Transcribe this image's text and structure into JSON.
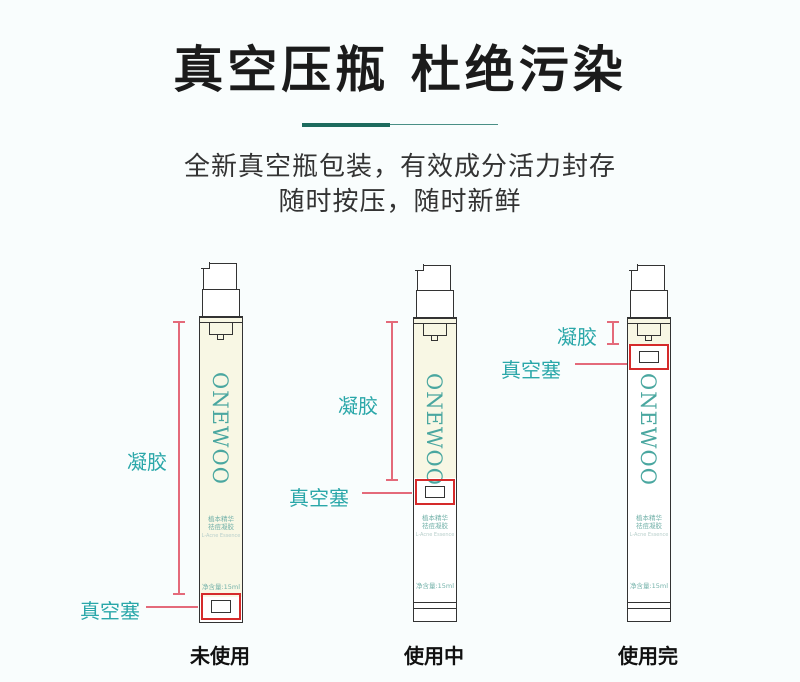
{
  "header": {
    "title": "真空压瓶 杜绝污染",
    "subtitle_line1": "全新真空瓶包装，有效成分活力封存",
    "subtitle_line2": "随时按压，随时新鲜"
  },
  "colors": {
    "accent_dark": "#1d6b5e",
    "accent_light": "#4a8f86",
    "label_teal": "#2aa7a9",
    "marker_red": "#d52a2a",
    "gel_fill": "#f8f7e4",
    "bottle_stroke": "#333333",
    "background": "#f9fdfd"
  },
  "bottle_text": {
    "brand": "ONEWOO",
    "product_line1": "植本精华",
    "product_line2": "祛痘凝胶",
    "product_en": "L-Acne Essence",
    "volume": "净含量:15ml"
  },
  "bottles": [
    {
      "caption": "未使用",
      "gel_label": "凝胶",
      "piston_label": "真空塞",
      "state": "full"
    },
    {
      "caption": "使用中",
      "gel_label": "凝胶",
      "piston_label": "真空塞",
      "state": "half"
    },
    {
      "caption": "使用完",
      "gel_label": "凝胶",
      "piston_label": "真空塞",
      "state": "empty"
    }
  ]
}
